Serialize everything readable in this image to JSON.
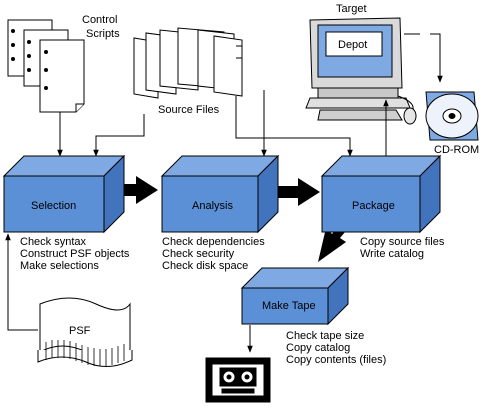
{
  "labels": {
    "control_scripts": [
      "Control",
      "Scripts"
    ],
    "source_files": "Source Files",
    "target": "Target",
    "depot": "Depot",
    "cd_rom": "CD-ROM",
    "psf": "PSF"
  },
  "stages": {
    "selection": {
      "title": "Selection",
      "steps": [
        "Check syntax",
        "Construct PSF objects",
        "Make selections"
      ]
    },
    "analysis": {
      "title": "Analysis",
      "steps": [
        "Check dependencies",
        "Check security",
        "Check disk space"
      ]
    },
    "package": {
      "title": "Package",
      "steps": [
        "Copy source files",
        "Write catalog"
      ]
    },
    "make_tape": {
      "title": "Make Tape",
      "steps": [
        "Check tape size",
        "Copy catalog",
        "Copy contents (files)"
      ]
    }
  },
  "colors": {
    "box_front": "#5b8fd6",
    "box_top": "#7fa9e3",
    "box_side": "#4274bd",
    "outline": "#000000"
  },
  "icons": {
    "scripts": "stacked-documents-icon",
    "files": "folders-icon",
    "computer": "computer-icon",
    "cdrom": "cd-rom-icon",
    "psf": "paper-printout-icon",
    "tape": "tape-cartridge-icon"
  }
}
